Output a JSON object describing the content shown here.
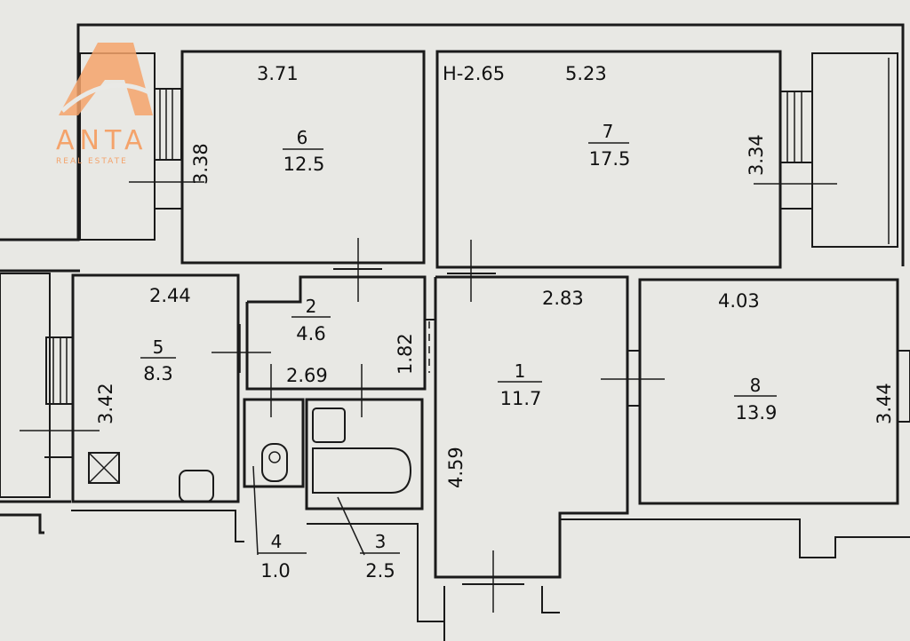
{
  "logo": {
    "name": "ANTA",
    "tagline": "REAL ESTATE",
    "color": "#f4a36b"
  },
  "height_label": "H-2.65",
  "rooms": [
    {
      "id": "1",
      "area": "11.7",
      "width": "2.83",
      "length": "4.59"
    },
    {
      "id": "2",
      "area": "4.6",
      "width": "2.69",
      "length": "1.82"
    },
    {
      "id": "3",
      "area": "2.5"
    },
    {
      "id": "4",
      "area": "1.0"
    },
    {
      "id": "5",
      "area": "8.3",
      "width": "2.44",
      "length": "3.42"
    },
    {
      "id": "6",
      "area": "12.5",
      "width": "3.71",
      "length": "3.38"
    },
    {
      "id": "7",
      "area": "17.5",
      "width": "5.23",
      "length": "3.34"
    },
    {
      "id": "8",
      "area": "13.9",
      "width": "4.03",
      "length": "3.44"
    }
  ]
}
